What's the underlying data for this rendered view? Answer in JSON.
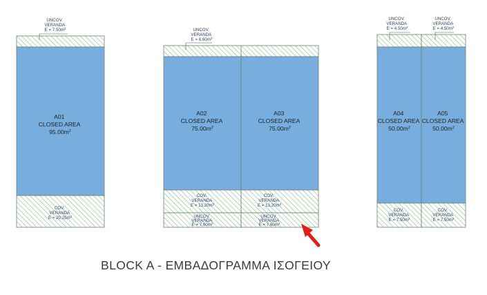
{
  "colors": {
    "closed_area": "#77aede",
    "veranda_hatch": "#7fb77a",
    "outline": "#6a7f7a",
    "arrow": "#e02018",
    "text": "#222222"
  },
  "units": [
    {
      "id": "a01",
      "code": "A01",
      "type": "CLOSED AREA",
      "area": "95.00m",
      "sup": "2"
    },
    {
      "id": "a02",
      "code": "A02",
      "type": "CLOSED AREA",
      "area": "75.00m",
      "sup": "2"
    },
    {
      "id": "a03",
      "code": "A03",
      "type": "CLOSED AREA",
      "area": "75.00m",
      "sup": "2"
    },
    {
      "id": "a04",
      "code": "A04",
      "type": "CLOSED AREA",
      "area": "50.00m",
      "sup": "2"
    },
    {
      "id": "a05",
      "code": "A05",
      "type": "CLOSED AREA",
      "area": "50.00m",
      "sup": "2"
    }
  ],
  "verandas": [
    {
      "id": "a01-uncov",
      "l1": "UNCOV.",
      "l2": "VERANDA",
      "l3": "E = 7.50m",
      "sup": "2"
    },
    {
      "id": "a01-cov",
      "l1": "COV.",
      "l2": "VERANDA",
      "l3": "E = 20.25m",
      "sup": "2"
    },
    {
      "id": "a02-uncov-top",
      "l1": "UNCOV.",
      "l2": "VERANDA",
      "l3": "E = 6.60m",
      "sup": "2"
    },
    {
      "id": "a02-cov",
      "l1": "COV.",
      "l2": "VERANDA",
      "l3": "E = 13.20m",
      "sup": "2"
    },
    {
      "id": "a02-uncov-bottom",
      "l1": "UNCOV.",
      "l2": "VERANDA",
      "l3": "E = 7.60m",
      "sup": "2"
    },
    {
      "id": "a03-cov",
      "l1": "COV.",
      "l2": "VERANDA",
      "l3": "E = 13.20m",
      "sup": "2"
    },
    {
      "id": "a03-uncov-bottom",
      "l1": "UNCOV.",
      "l2": "VERANDA",
      "l3": "E = 7.60m",
      "sup": "2"
    },
    {
      "id": "a04-uncov",
      "l1": "UNCOV.",
      "l2": "VERANDA",
      "l3": "E = 4.50m",
      "sup": "2"
    },
    {
      "id": "a05-uncov",
      "l1": "UNCOV.",
      "l2": "VERANDA",
      "l3": "E = 4.50m",
      "sup": "2"
    },
    {
      "id": "a04-cov",
      "l1": "COV.",
      "l2": "VERANDA",
      "l3": "E = 7.50m",
      "sup": "2"
    },
    {
      "id": "a05-cov",
      "l1": "COV.",
      "l2": "VERANDA",
      "l3": "E = 7.50m",
      "sup": "2"
    }
  ],
  "title": "BLOCK A - ΕΜΒΑΔΟΓΡΑΜΜΑ ΙΣΟΓΕΙΟΥ"
}
